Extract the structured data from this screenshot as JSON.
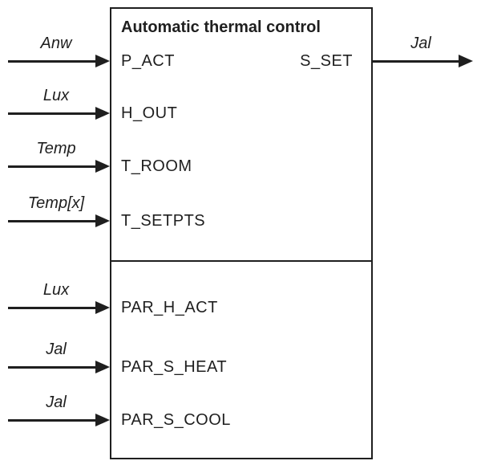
{
  "diagram": {
    "title": "Automatic thermal control",
    "inputs": [
      {
        "signal": "Anw",
        "port": "P_ACT"
      },
      {
        "signal": "Lux",
        "port": "H_OUT"
      },
      {
        "signal": "Temp",
        "port": "T_ROOM"
      },
      {
        "signal": "Temp[x]",
        "port": "T_SETPTS"
      }
    ],
    "parameters": [
      {
        "signal": "Lux",
        "port": "PAR_H_ACT"
      },
      {
        "signal": "Jal",
        "port": "PAR_S_HEAT"
      },
      {
        "signal": "Jal",
        "port": "PAR_S_COOL"
      }
    ],
    "outputs": [
      {
        "signal": "Jal",
        "port": "S_SET"
      }
    ],
    "colors": {
      "line": "#1f1f1f",
      "background": "#ffffff"
    }
  }
}
